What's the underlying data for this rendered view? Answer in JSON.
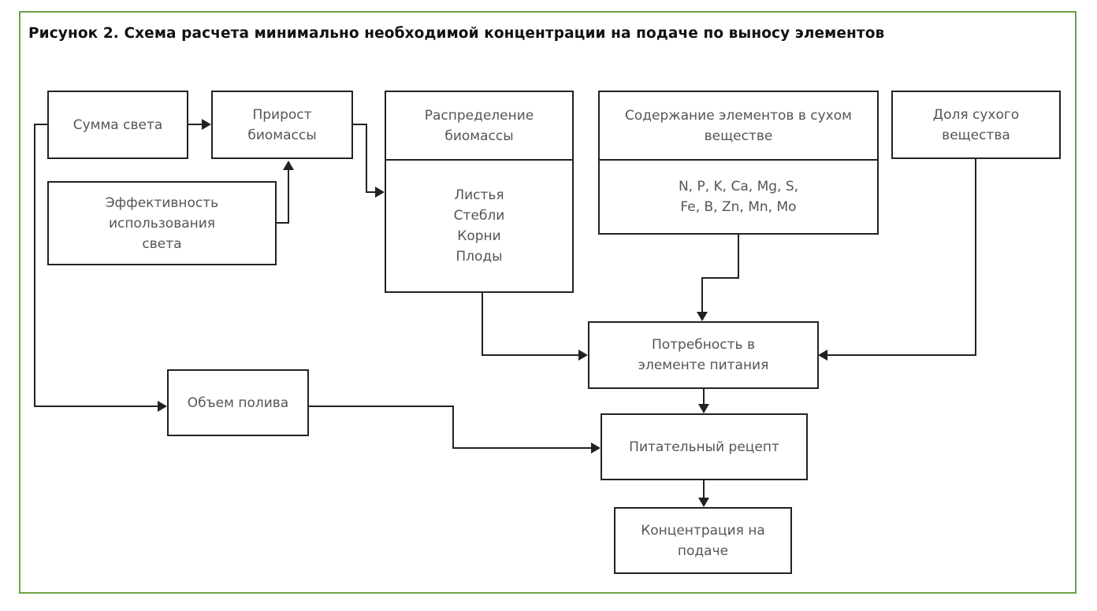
{
  "title": "Рисунок 2. Схема расчета минимально необходимой концентрации на подаче по выносу элементов",
  "colors": {
    "frame": "#6fa04a",
    "box_border": "#222222",
    "box_text": "#555555",
    "title_text": "#111111"
  },
  "nodes": {
    "light_sum": "Сумма света",
    "biomass_growth": "Прирост\nбиомассы",
    "light_efficiency": "Эффективность\nиспользования\nсвета",
    "biomass_distribution": {
      "header": "Распределение\nбиомассы",
      "body": "Листья\nСтебли\nКорни\nПлоды"
    },
    "element_content": {
      "header": "Содержание элементов в сухом\nвеществе",
      "body": "N, P, K, Ca, Mg, S,\nFe, B, Zn, Mn, Mo"
    },
    "dry_matter_share": "Доля сухого\nвещества",
    "nutrient_demand": "Потребность в\nэлементе питания",
    "irrigation_volume": "Объем полива",
    "nutrient_recipe": "Питательный рецепт",
    "feed_concentration": "Концентрация на\nподаче"
  }
}
